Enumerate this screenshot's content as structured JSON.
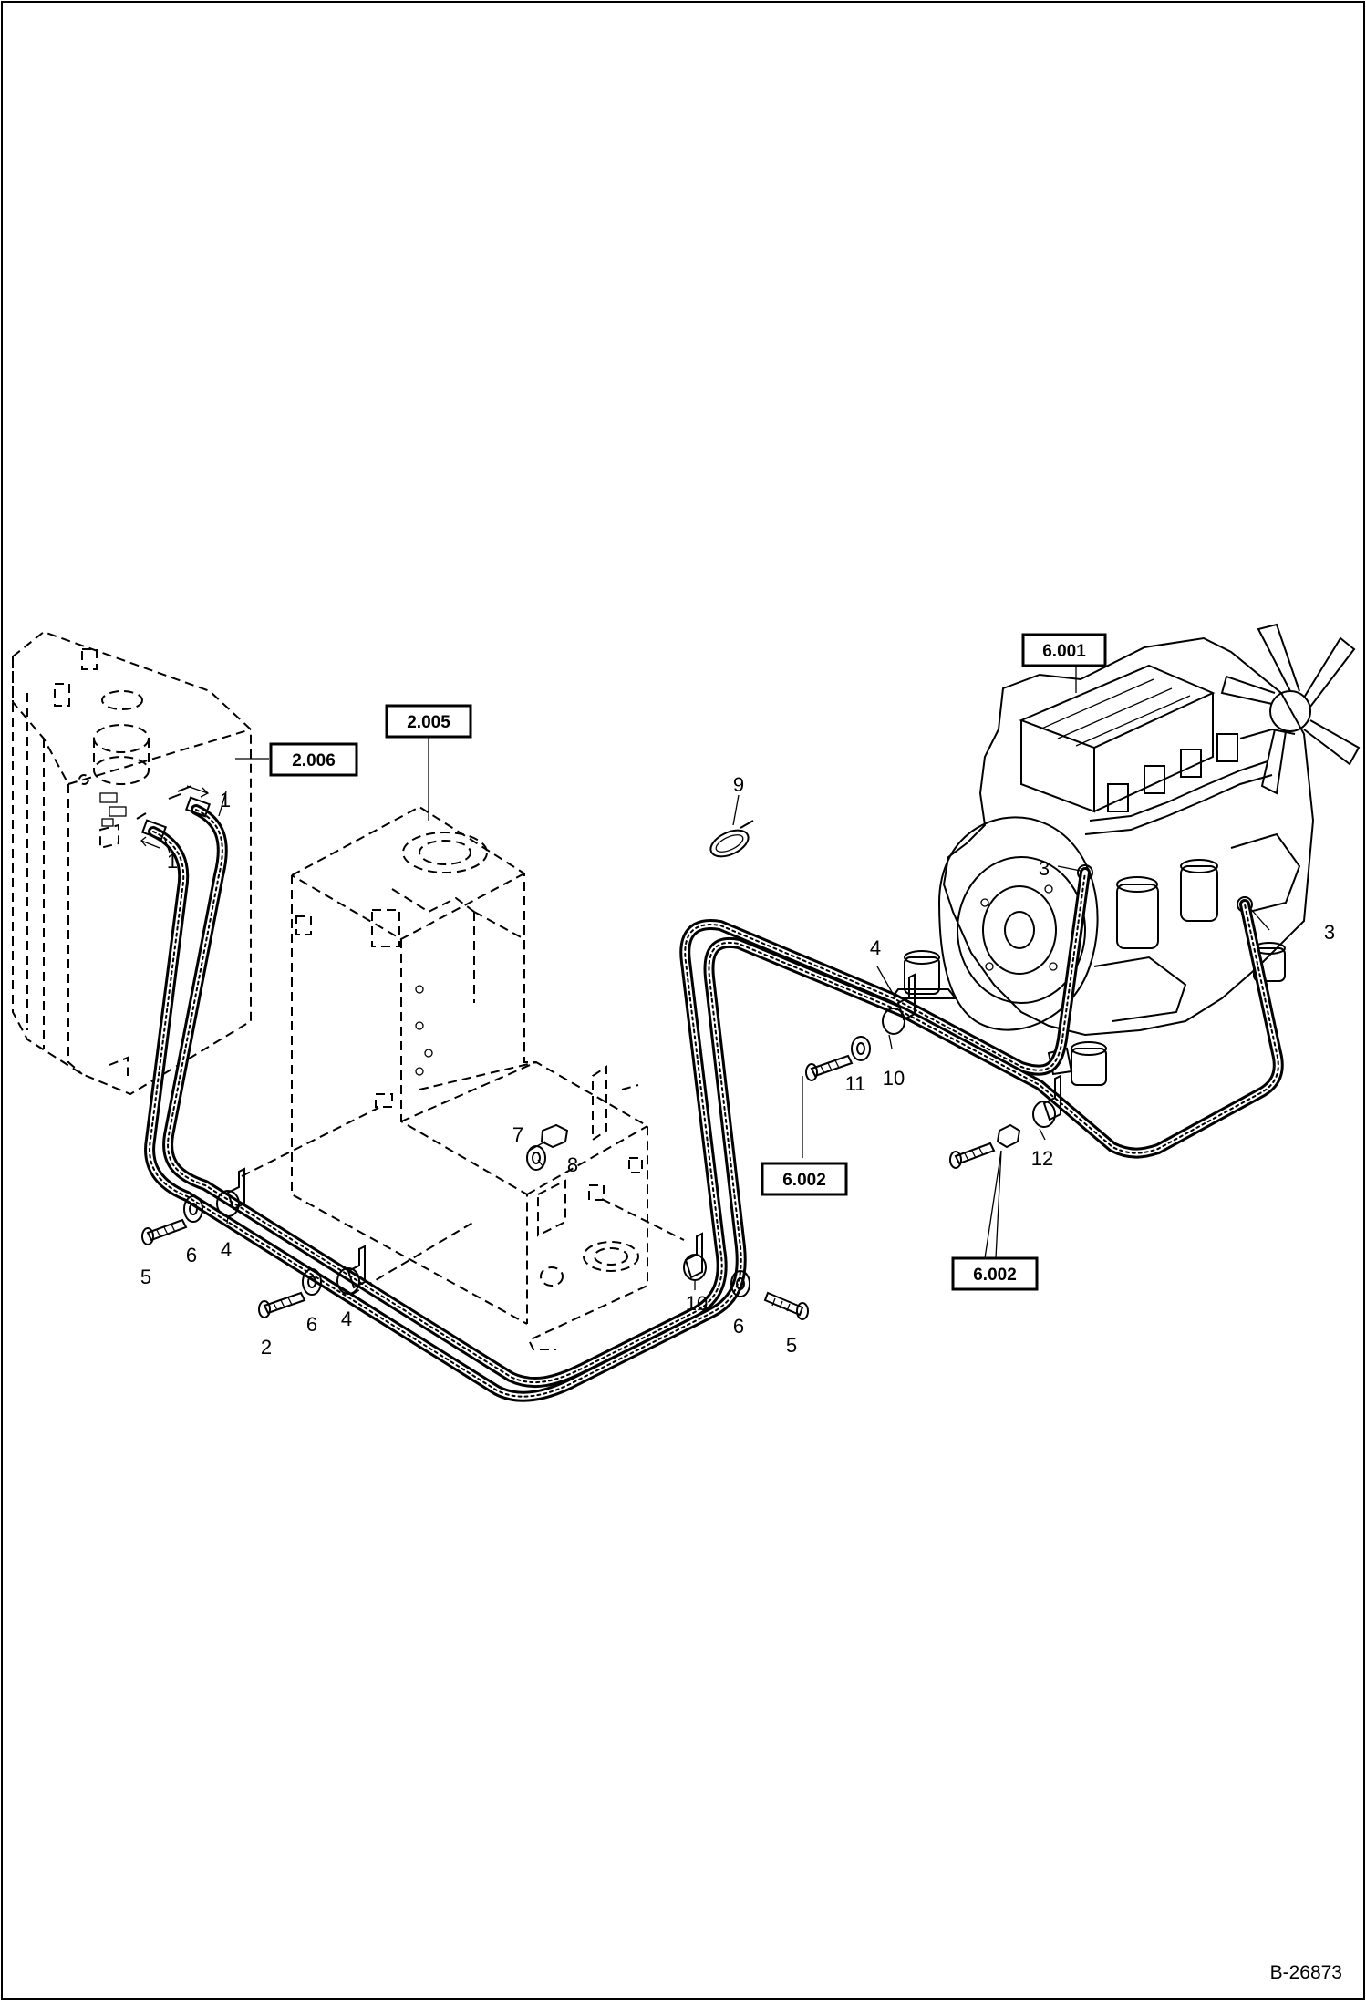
{
  "assemblies": {
    "fuel_tank": "2.006",
    "frame": "2.005",
    "engine": "6.001",
    "clamp_ref_a": "6.002",
    "clamp_ref_b": "6.002"
  },
  "callouts": {
    "hose_upper": "1",
    "hose_lower": "1",
    "bolt_center": "2",
    "fitting_left": "3",
    "fitting_right": "3",
    "clamp_upper": "4",
    "clamp_left": "4",
    "clamp_center": "4",
    "bolt_left": "5",
    "bolt_right": "5",
    "washer_left": "6",
    "washer_center": "6",
    "washer_right": "6",
    "nut": "7",
    "washer_frame": "8",
    "tie": "9",
    "clamp_frame": "10",
    "clamp_engine": "10",
    "washer_engine": "11",
    "clamp_lower": "12"
  },
  "document_number": "B-26873"
}
